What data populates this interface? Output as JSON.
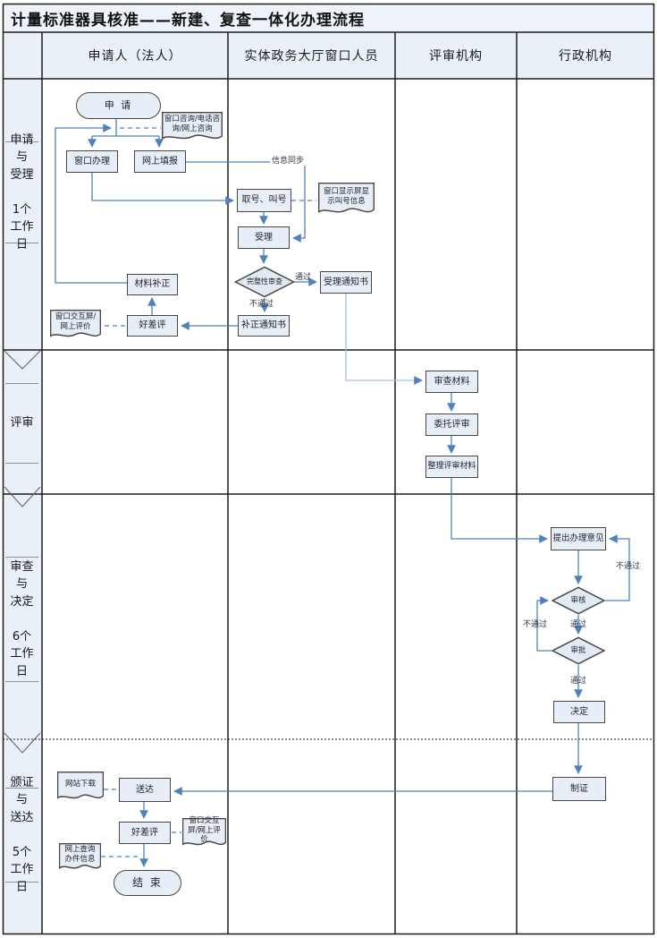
{
  "title": "计量标准器具核准——新建、复查一体化办理流程",
  "header": {
    "columns": [
      "申请人（法人）",
      "实体政务大厅窗口人员",
      "评审机构",
      "行政机构"
    ]
  },
  "lanes": [
    {
      "label": "申请\n与\n受理\n\n1个\n工作日"
    },
    {
      "label": "评审"
    },
    {
      "label": "审查\n与\n决定\n\n6个\n工作日"
    },
    {
      "label": "颁证\n与\n送达\n\n5个\n工作日"
    }
  ],
  "nodes": {
    "apply": "申  请",
    "consult_doc": "窗口咨询/电话咨询/网上咨询",
    "window_handle": "窗口办理",
    "online_fill": "网上填报",
    "take_number": "取号、叫号",
    "display_doc": "窗口显示屏显示叫号信息",
    "accept": "受理",
    "completeness_check": "完整性审查",
    "accept_notice": "受理通知书",
    "correction_notice": "补正通知书",
    "material_correction": "材料补正",
    "rating_1": "好差评",
    "interact_doc_1": "窗口交互屏/网上评价",
    "review_materials": "审查材料",
    "entrust_review": "委托评审",
    "organize_materials": "整理评审材料",
    "propose_opinion": "提出办理意见",
    "verify": "审核",
    "approve": "审批",
    "decide": "决定",
    "make_cert": "制证",
    "deliver": "送达",
    "website_download": "网站下载",
    "rating_2": "好差评",
    "interact_doc_2": "窗口交互屏/网上评价",
    "online_query_doc": "网上查询\n办件信息",
    "end": "结  束"
  },
  "edge_labels": {
    "info_sync": "信息同步",
    "pass": "通过",
    "fail": "不通过"
  },
  "colors": {
    "arrow_blue": "#4f81bd",
    "light_connector": "#a6c1dc",
    "shape_fill": "#e8eef7",
    "panel_fill": "#eaf0f8",
    "border_dark": "#474747",
    "grid_black": "#1c1c1c"
  }
}
